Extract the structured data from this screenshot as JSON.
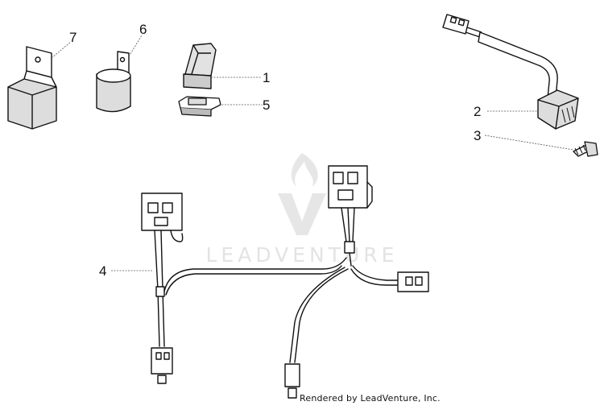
{
  "parts": [
    {
      "number": "1"
    },
    {
      "number": "2"
    },
    {
      "number": "3"
    },
    {
      "number": "4"
    },
    {
      "number": "5"
    },
    {
      "number": "6"
    },
    {
      "number": "7"
    }
  ],
  "watermark": {
    "text": "LEADVENTURE"
  },
  "footer": {
    "credit": "Rendered by LeadVenture, Inc."
  },
  "colors": {
    "line": "#111111",
    "shade": "#d0d0d0",
    "watermark": "#e3e3e3"
  }
}
